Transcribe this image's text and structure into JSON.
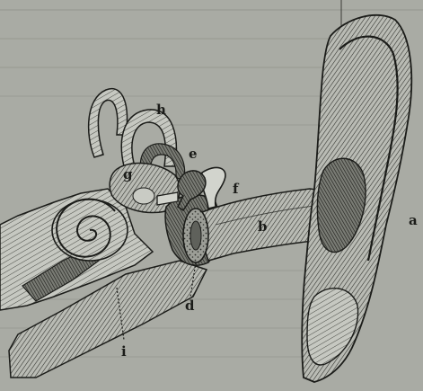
{
  "figure": {
    "labels": {
      "a": "a",
      "b": "b",
      "d": "d",
      "e": "e",
      "f": "f",
      "g": "g",
      "h": "h",
      "i": "i"
    }
  },
  "colors": {
    "paper": "#a9aba4",
    "ink": "#1b1c19",
    "shade": "#5f615b",
    "highlight": "#c9cbc4",
    "bleed_text": "#5c5e57"
  }
}
